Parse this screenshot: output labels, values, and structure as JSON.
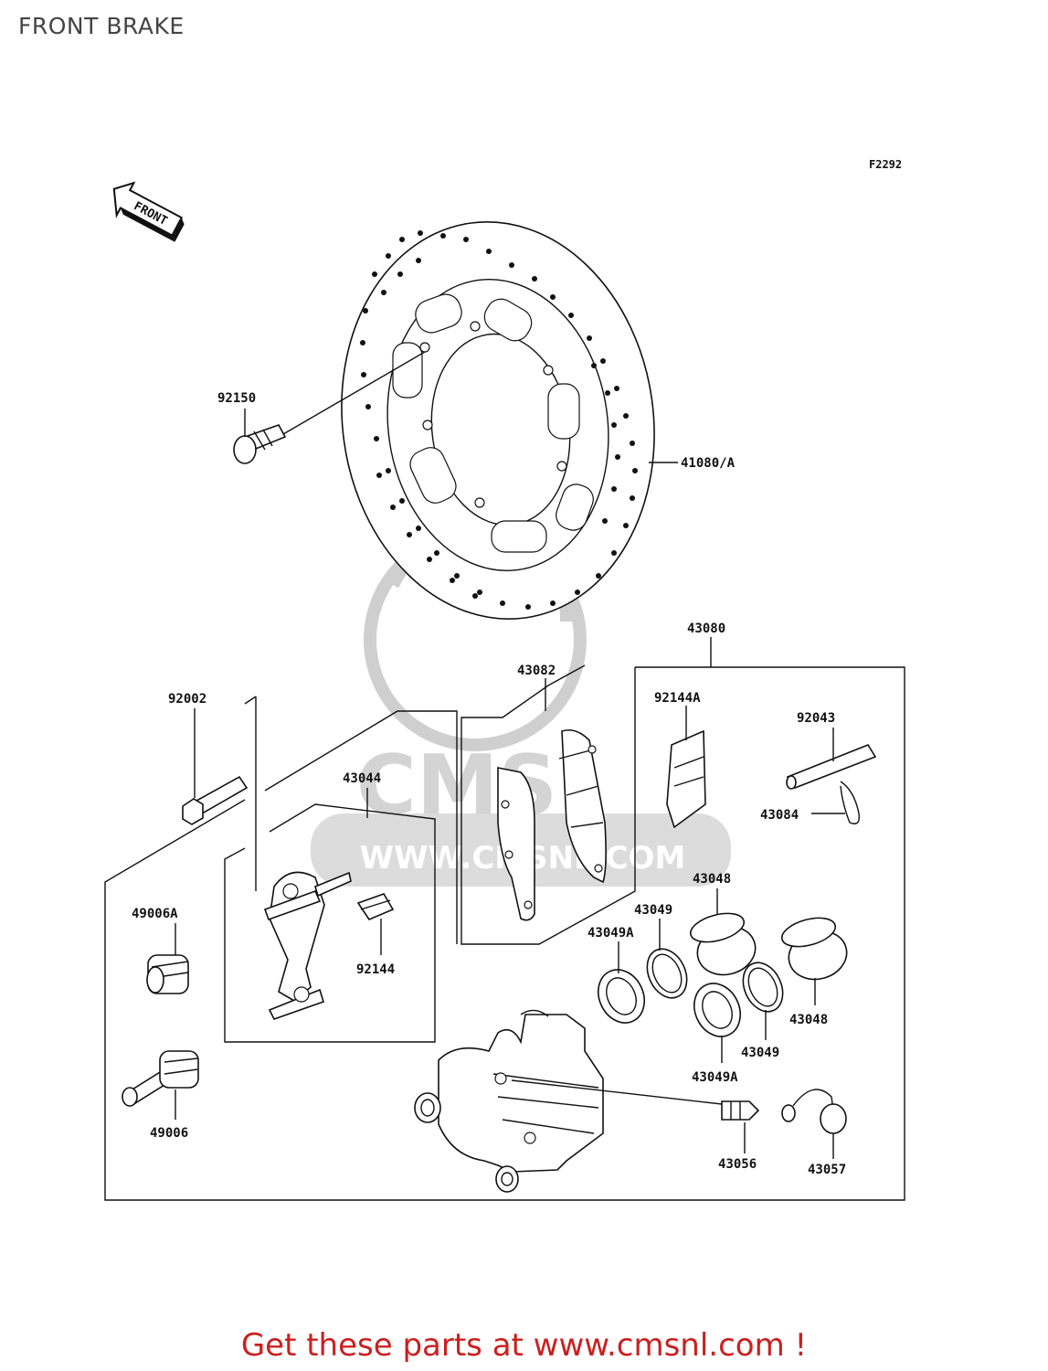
{
  "title": "FRONT BRAKE",
  "figure_code": "F2292",
  "front_arrow_label": "FRONT",
  "watermark_text": "WWW.CMSNL.COM",
  "watermark_logo": "CMS",
  "parts": {
    "p92150": "92150",
    "p41080A": "41080/A",
    "p43080": "43080",
    "p43082": "43082",
    "p92002": "92002",
    "p92144A": "92144A",
    "p92043": "92043",
    "p43044": "43044",
    "p43084": "43084",
    "p49006A": "49006A",
    "p92144": "92144",
    "p43048a": "43048",
    "p43049a": "43049",
    "p43049Aa": "43049A",
    "p43048b": "43048",
    "p43049b": "43049",
    "p43049Ab": "43049A",
    "p49006": "49006",
    "p43056": "43056",
    "p43057": "43057"
  },
  "footer": "Get these parts at www.cmsnl.com !"
}
